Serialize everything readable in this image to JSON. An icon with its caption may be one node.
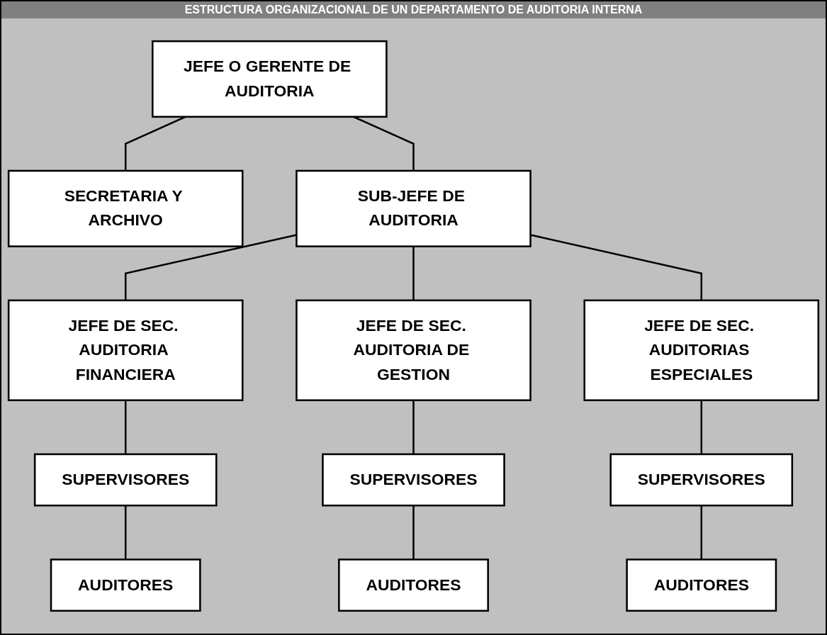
{
  "diagram": {
    "title": "ESTRUCTURA ORGANIZACIONAL DE UN DEPARTAMENTO DE AUDITORIA INTERNA",
    "nodes": [
      {
        "text": [
          "JEFE O GERENTE DE AUDITORIA"
        ]
      },
      {
        "text": [
          "SECRETARIA Y ARCHIVO"
        ]
      },
      {
        "text": [
          "SUB-JEFE DE AUDITORIA"
        ]
      },
      {
        "text": [
          "JEFE DE SEC. AUDITORIA FINANCIERA"
        ]
      },
      {
        "text": [
          "JEFE DE SEC. AUDITORIA DE GESTION"
        ]
      },
      {
        "text": [
          "JEFE DE SEC. AUDITORIAS ESPECIALES"
        ]
      },
      {
        "text": [
          "SUPERVISORES"
        ]
      },
      {
        "text": [
          "SUPERVISORES"
        ]
      },
      {
        "text": [
          "SUPERVISORES"
        ]
      },
      {
        "text": [
          "AUDITORES"
        ]
      },
      {
        "text": [
          "AUDITORES"
        ]
      },
      {
        "text": [
          "AUDITORES"
        ]
      }
    ],
    "edges": [
      {
        "from": 0,
        "to": 2,
        "arrow": "none"
      },
      {
        "from": 0,
        "to": 1,
        "arrow": "none"
      },
      {
        "from": 2,
        "to": 3,
        "arrow": "none"
      },
      {
        "from": 2,
        "to": 4,
        "arrow": "none"
      },
      {
        "from": 2,
        "to": 5,
        "arrow": "none"
      },
      {
        "from": 3,
        "to": 6,
        "arrow": "none"
      },
      {
        "from": 4,
        "to": 7,
        "arrow": "none"
      },
      {
        "from": 5,
        "to": 8,
        "arrow": "none"
      },
      {
        "from": 6,
        "to": 9,
        "arrow": "none"
      },
      {
        "from": 7,
        "to": 10,
        "arrow": "none"
      },
      {
        "from": 8,
        "to": 11,
        "arrow": "none"
      }
    ]
  }
}
